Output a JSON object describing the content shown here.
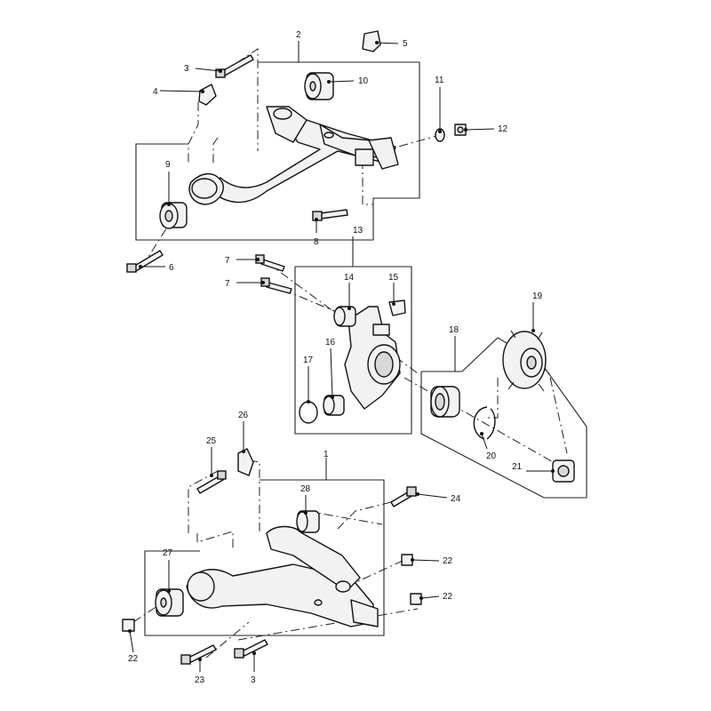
{
  "callouts": [
    {
      "id": "c1",
      "text": "1"
    },
    {
      "id": "c2",
      "text": "2"
    },
    {
      "id": "c3a",
      "text": "3"
    },
    {
      "id": "c3b",
      "text": "3"
    },
    {
      "id": "c4",
      "text": "4"
    },
    {
      "id": "c5",
      "text": "5"
    },
    {
      "id": "c6",
      "text": "6"
    },
    {
      "id": "c7a",
      "text": "7"
    },
    {
      "id": "c7b",
      "text": "7"
    },
    {
      "id": "c8",
      "text": "8"
    },
    {
      "id": "c9",
      "text": "9"
    },
    {
      "id": "c10",
      "text": "10"
    },
    {
      "id": "c11",
      "text": "11"
    },
    {
      "id": "c12",
      "text": "12"
    },
    {
      "id": "c13",
      "text": "13"
    },
    {
      "id": "c14",
      "text": "14"
    },
    {
      "id": "c15",
      "text": "15"
    },
    {
      "id": "c16",
      "text": "16"
    },
    {
      "id": "c17",
      "text": "17"
    },
    {
      "id": "c18",
      "text": "18"
    },
    {
      "id": "c19",
      "text": "19"
    },
    {
      "id": "c20",
      "text": "20"
    },
    {
      "id": "c21",
      "text": "21"
    },
    {
      "id": "c22a",
      "text": "22"
    },
    {
      "id": "c22b",
      "text": "22"
    },
    {
      "id": "c22c",
      "text": "22"
    },
    {
      "id": "c23",
      "text": "23"
    },
    {
      "id": "c24",
      "text": "24"
    },
    {
      "id": "c25",
      "text": "25"
    },
    {
      "id": "c26",
      "text": "26"
    },
    {
      "id": "c27",
      "text": "27"
    },
    {
      "id": "c28",
      "text": "28"
    }
  ]
}
